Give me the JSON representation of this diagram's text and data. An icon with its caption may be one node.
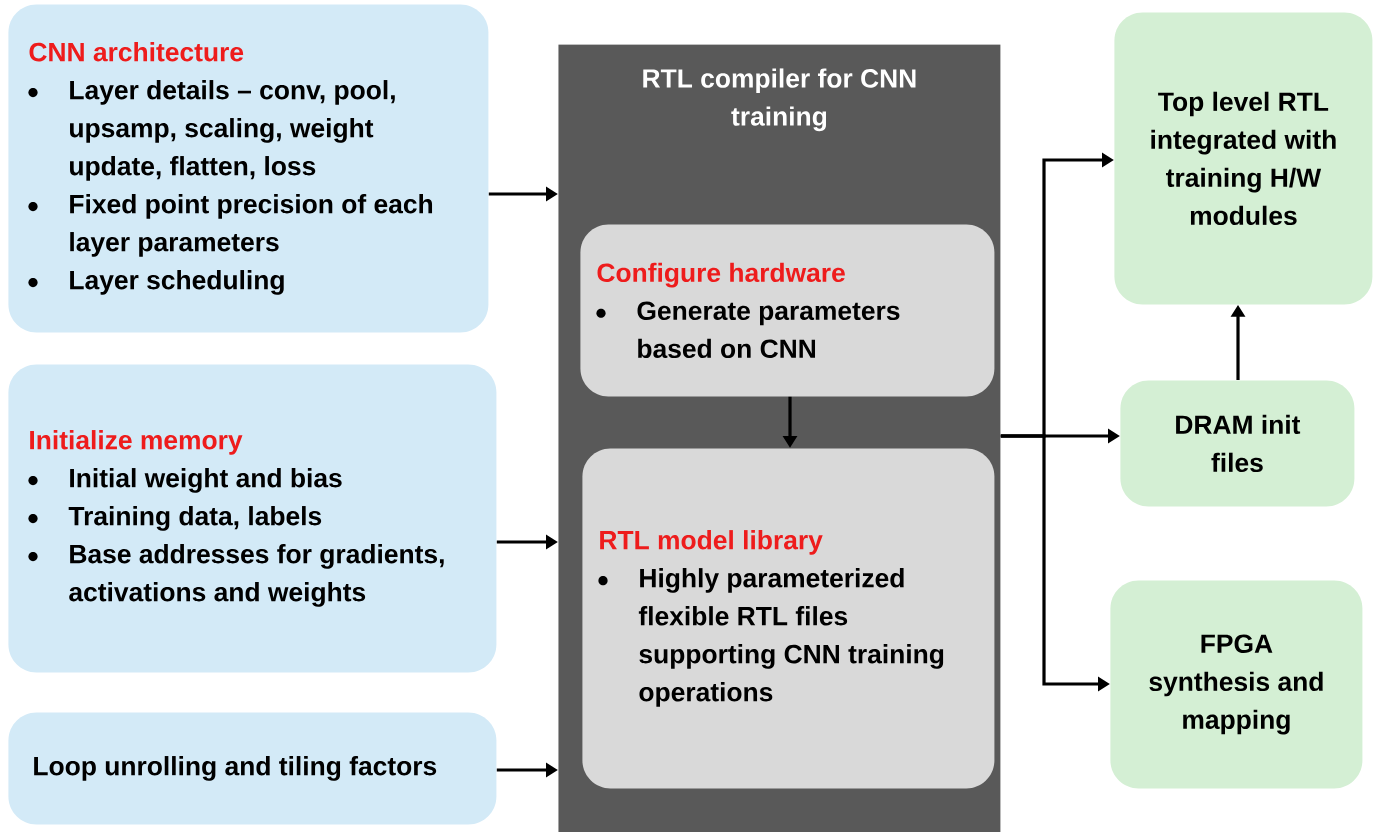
{
  "diagram": {
    "nodes": [
      {
        "text": [
          "CNN architecture",
          "Layer details – conv, pool, upsamp, scaling, weight update, flatten, loss",
          "Fixed point precision of each layer parameters",
          "Layer scheduling"
        ]
      },
      {
        "text": [
          "Initialize memory",
          "Initial weight and bias",
          "Training data, labels",
          "Base addresses for gradients, activations and weights"
        ]
      },
      {
        "text": [
          "Loop unrolling and tiling factors"
        ]
      },
      {
        "text": [
          "RTL compiler for CNN training"
        ]
      },
      {
        "text": [
          "Configure hardware",
          "Generate parameters based on CNN"
        ],
        "in": 3
      },
      {
        "text": [
          "RTL model library",
          "Highly parameterized flexible RTL files supporting CNN training operations"
        ],
        "in": 3
      },
      {
        "text": [
          "Top level RTL integrated with training H/W modules"
        ]
      },
      {
        "text": [
          "DRAM init files"
        ]
      },
      {
        "text": [
          "FPGA synthesis and mapping"
        ]
      }
    ],
    "edges": [
      {
        "from": 0,
        "to": 3,
        "arrow": "to"
      },
      {
        "from": 1,
        "to": 3,
        "arrow": "to"
      },
      {
        "from": 2,
        "to": 3,
        "arrow": "to"
      },
      {
        "from": 4,
        "to": 5,
        "arrow": "to"
      },
      {
        "from": 3,
        "to": 6,
        "arrow": "to"
      },
      {
        "from": 3,
        "to": 7,
        "arrow": "to"
      },
      {
        "from": 3,
        "to": 8,
        "arrow": "to"
      },
      {
        "from": 7,
        "to": 6,
        "arrow": "to"
      }
    ]
  }
}
